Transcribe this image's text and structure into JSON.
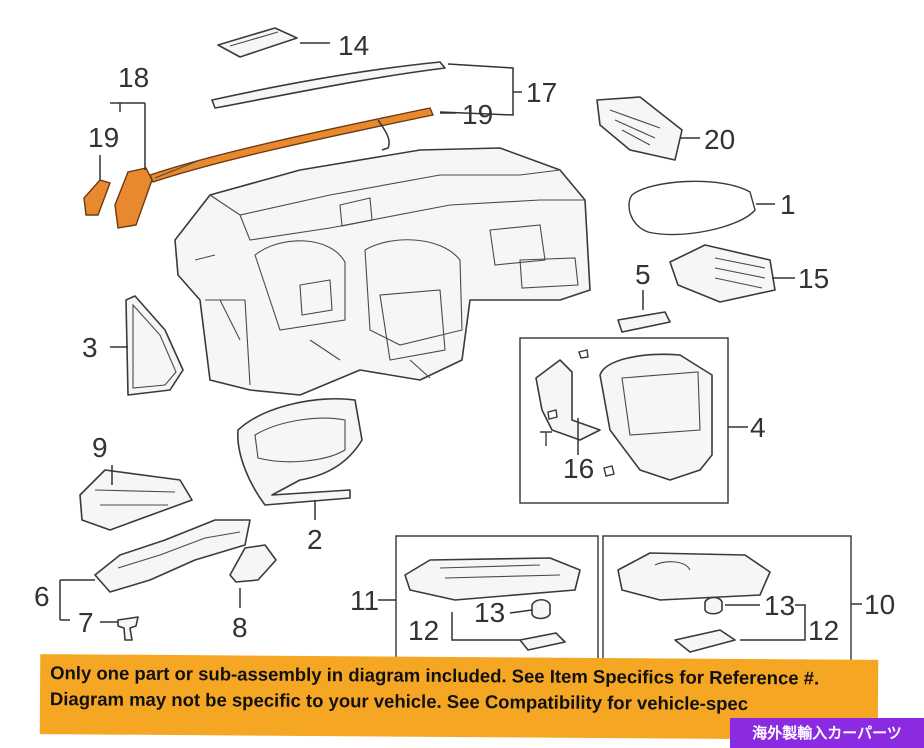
{
  "diagram": {
    "callouts": {
      "c1": "1",
      "c2": "2",
      "c3": "3",
      "c4": "4",
      "c5": "5",
      "c6": "6",
      "c7": "7",
      "c8": "8",
      "c9": "9",
      "c10": "10",
      "c11": "11",
      "c12a": "12",
      "c12b": "12",
      "c13a": "13",
      "c13b": "13",
      "c14": "14",
      "c15": "15",
      "c16": "16",
      "c17": "17",
      "c18": "18",
      "c19a": "19",
      "c19b": "19",
      "c20": "20"
    },
    "highlight_color": "#e8892f"
  },
  "notice": {
    "line1": "Only one part or sub-assembly in diagram included. See Item Specifics for Reference #.",
    "line2": "Diagram may not be specific to your vehicle. See Compatibility for vehicle-spec",
    "background": "#f5a623"
  },
  "seller_badge": {
    "text": "海外製輸入カーパーツ",
    "background": "#8a2be2"
  }
}
